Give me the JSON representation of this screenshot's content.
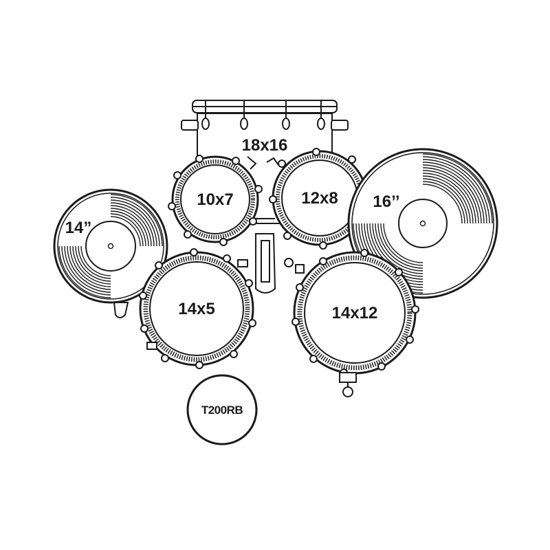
{
  "kit": {
    "model": "T200RB",
    "bass_drum": {
      "size": "18x16"
    },
    "toms": [
      {
        "size": "10x7"
      },
      {
        "size": "12x8"
      }
    ],
    "snare": {
      "size": "14x5"
    },
    "floor_tom": {
      "size": "14x12"
    },
    "cymbals": [
      {
        "size": "14”"
      },
      {
        "size": "16’’"
      }
    ]
  },
  "colors": {
    "line": "#1a1a1a",
    "background": "#ffffff"
  }
}
